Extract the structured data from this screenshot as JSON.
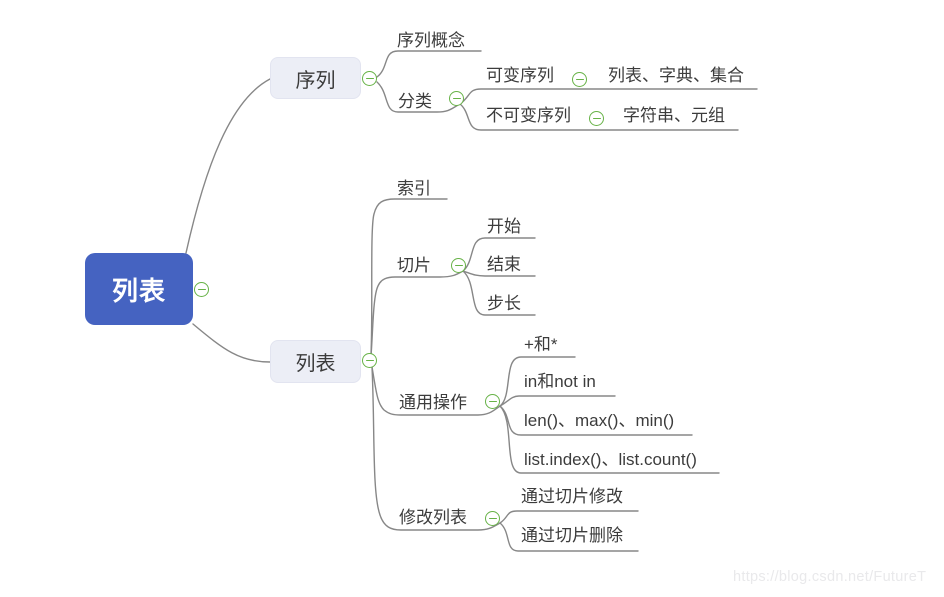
{
  "colors": {
    "root_bg": "#4563c1",
    "branch_bg": "#eceef6",
    "line": "#878787",
    "collapse_icon": "#67b247",
    "text": "#3c3c3c",
    "watermark": "#e9e9eb"
  },
  "watermark": "https://blog.csdn.net/FutureT",
  "mindmap": {
    "root": {
      "label": "列表"
    },
    "sequence": {
      "label": "序列",
      "concept": {
        "label": "序列概念"
      },
      "classification": {
        "label": "分类",
        "mutable": {
          "label": "可变序列",
          "examples": "列表、字典、集合"
        },
        "immutable": {
          "label": "不可变序列",
          "examples": "字符串、元组"
        }
      }
    },
    "list": {
      "label": "列表",
      "index": {
        "label": "索引"
      },
      "slice": {
        "label": "切片",
        "start": "开始",
        "end": "结束",
        "step": "步长"
      },
      "operations": {
        "label": "通用操作",
        "items": [
          "+和*",
          "in和not in",
          "len()、max()、min()",
          "list.index()、list.count()"
        ]
      },
      "modify": {
        "label": "修改列表",
        "edit": "通过切片修改",
        "remove": "通过切片删除"
      }
    }
  }
}
